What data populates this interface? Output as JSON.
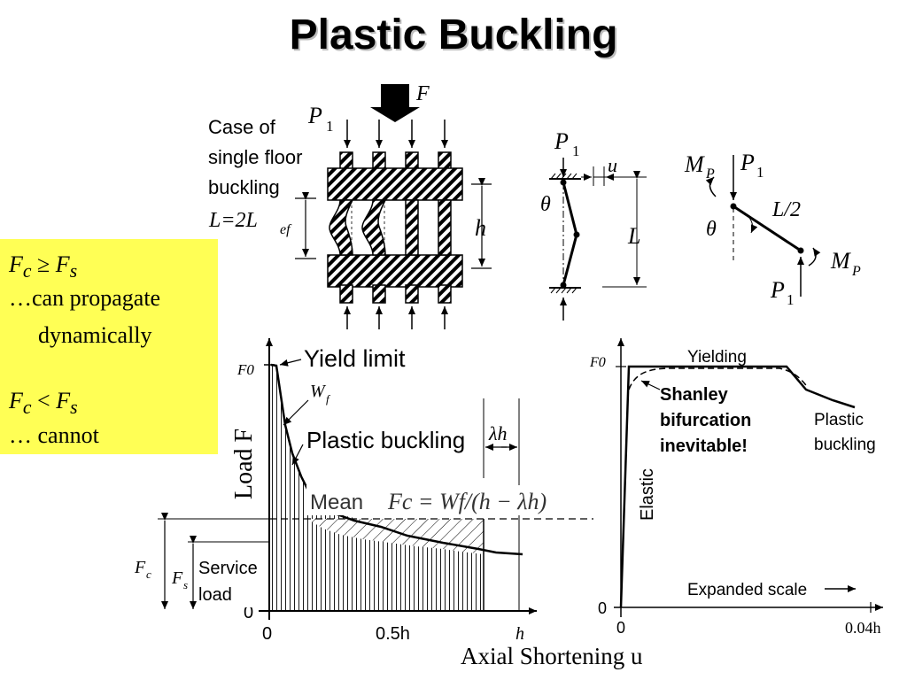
{
  "title": "Plastic Buckling",
  "note_box": {
    "line1_html": "<i>F<sub>c</sub></i> ≥ <i>F<sub>s</sub></i>",
    "line2": "…can propagate",
    "line3": "dynamically",
    "line4_html": "<i>F<sub>c</sub></i> &lt; <i>F<sub>s</sub></i>",
    "line5": "… cannot",
    "color": "#ffff55"
  },
  "column_diagram": {
    "force_label": "F",
    "p1_label": "P",
    "p1_sub": "1",
    "caption_lines": [
      "Case of",
      "single floor",
      "buckling"
    ],
    "length_label": "L=2L",
    "length_sub": "ef",
    "h_label": "h"
  },
  "pinned_column": {
    "p1_label": "P",
    "p1_sub": "1",
    "u_label": "u",
    "theta_label": "θ",
    "L_label": "L"
  },
  "bar_diagram": {
    "mp_label": "M",
    "mp_sub": "P",
    "p1_label": "P",
    "p1_sub": "1",
    "half_length_label": "L/2",
    "theta_label": "θ"
  },
  "load_chart": {
    "ylabel": "Load F",
    "xlabel": "Axial Shortening u",
    "y_ticks": [
      "F0",
      "0"
    ],
    "x_ticks": [
      "0",
      "0.5h",
      "h"
    ],
    "fc_label": "F",
    "fc_sub": "c",
    "fs_label": "F",
    "fs_sub": "s",
    "service_load": [
      "Service",
      "load"
    ],
    "yield_limit": "Yield limit",
    "wf_label": "W",
    "wf_sub": "f",
    "plastic_buckling": "Plastic buckling",
    "lambda_h": "λh",
    "mean_word": "Mean",
    "mean_formula": "Fc = Wf/(h − λh)"
  },
  "shanley_chart": {
    "y_ticks": [
      "F0",
      "0"
    ],
    "x_ticks": [
      "0",
      "0.04h"
    ],
    "yielding": "Yielding",
    "shanley": [
      "Shanley",
      "bifurcation",
      "inevitable!"
    ],
    "elastic": "Elastic",
    "plastic_buckling": [
      "Plastic",
      "buckling"
    ],
    "expanded_scale": "Expanded scale"
  }
}
